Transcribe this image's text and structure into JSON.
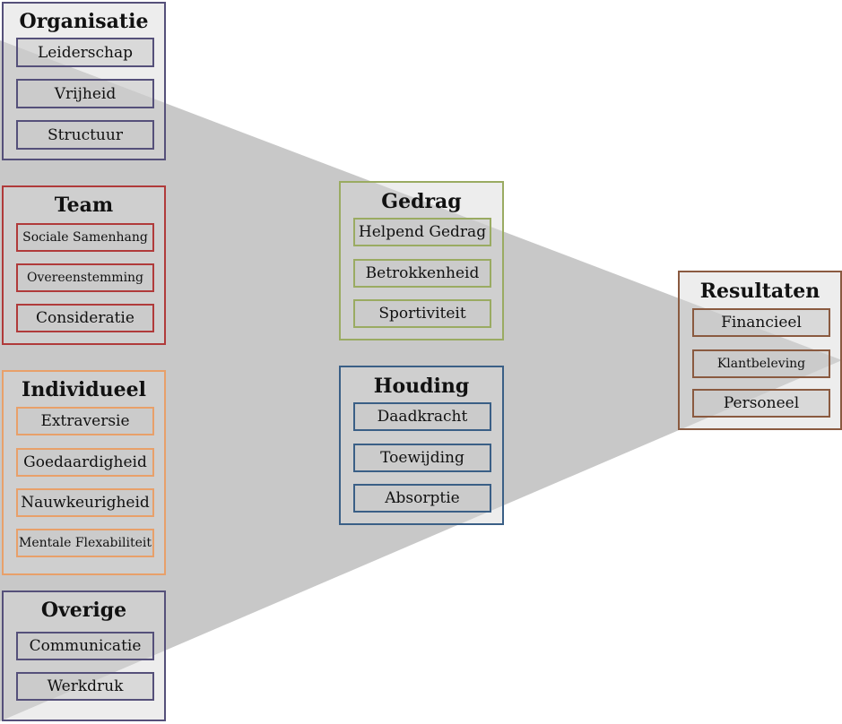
{
  "colors": {
    "organisatie": "#55507a",
    "team": "#b03a3a",
    "individueel": "#e8a06a",
    "overige": "#55507a",
    "gedrag": "#9aab62",
    "houding": "#3a5f86",
    "resultaten": "#8a5a40",
    "funnel": "#c8c8c8"
  },
  "groups": {
    "organisatie": {
      "title": "Organisatie",
      "items": [
        "Leiderschap",
        "Vrijheid",
        "Structuur"
      ]
    },
    "team": {
      "title": "Team",
      "items": [
        "Sociale Samenhang",
        "Overeenstemming",
        "Consideratie"
      ]
    },
    "individueel": {
      "title": "Individueel",
      "items": [
        "Extraversie",
        "Goedaardigheid",
        "Nauwkeurigheid",
        "Mentale Flexabiliteit"
      ]
    },
    "overige": {
      "title": "Overige",
      "items": [
        "Communicatie",
        "Werkdruk"
      ]
    },
    "gedrag": {
      "title": "Gedrag",
      "items": [
        "Helpend Gedrag",
        "Betrokkenheid",
        "Sportiviteit"
      ]
    },
    "houding": {
      "title": "Houding",
      "items": [
        "Daadkracht",
        "Toewijding",
        "Absorptie"
      ]
    },
    "resultaten": {
      "title": "Resultaten",
      "items": [
        "Financieel",
        "Klantbeleving",
        "Personeel"
      ]
    }
  }
}
